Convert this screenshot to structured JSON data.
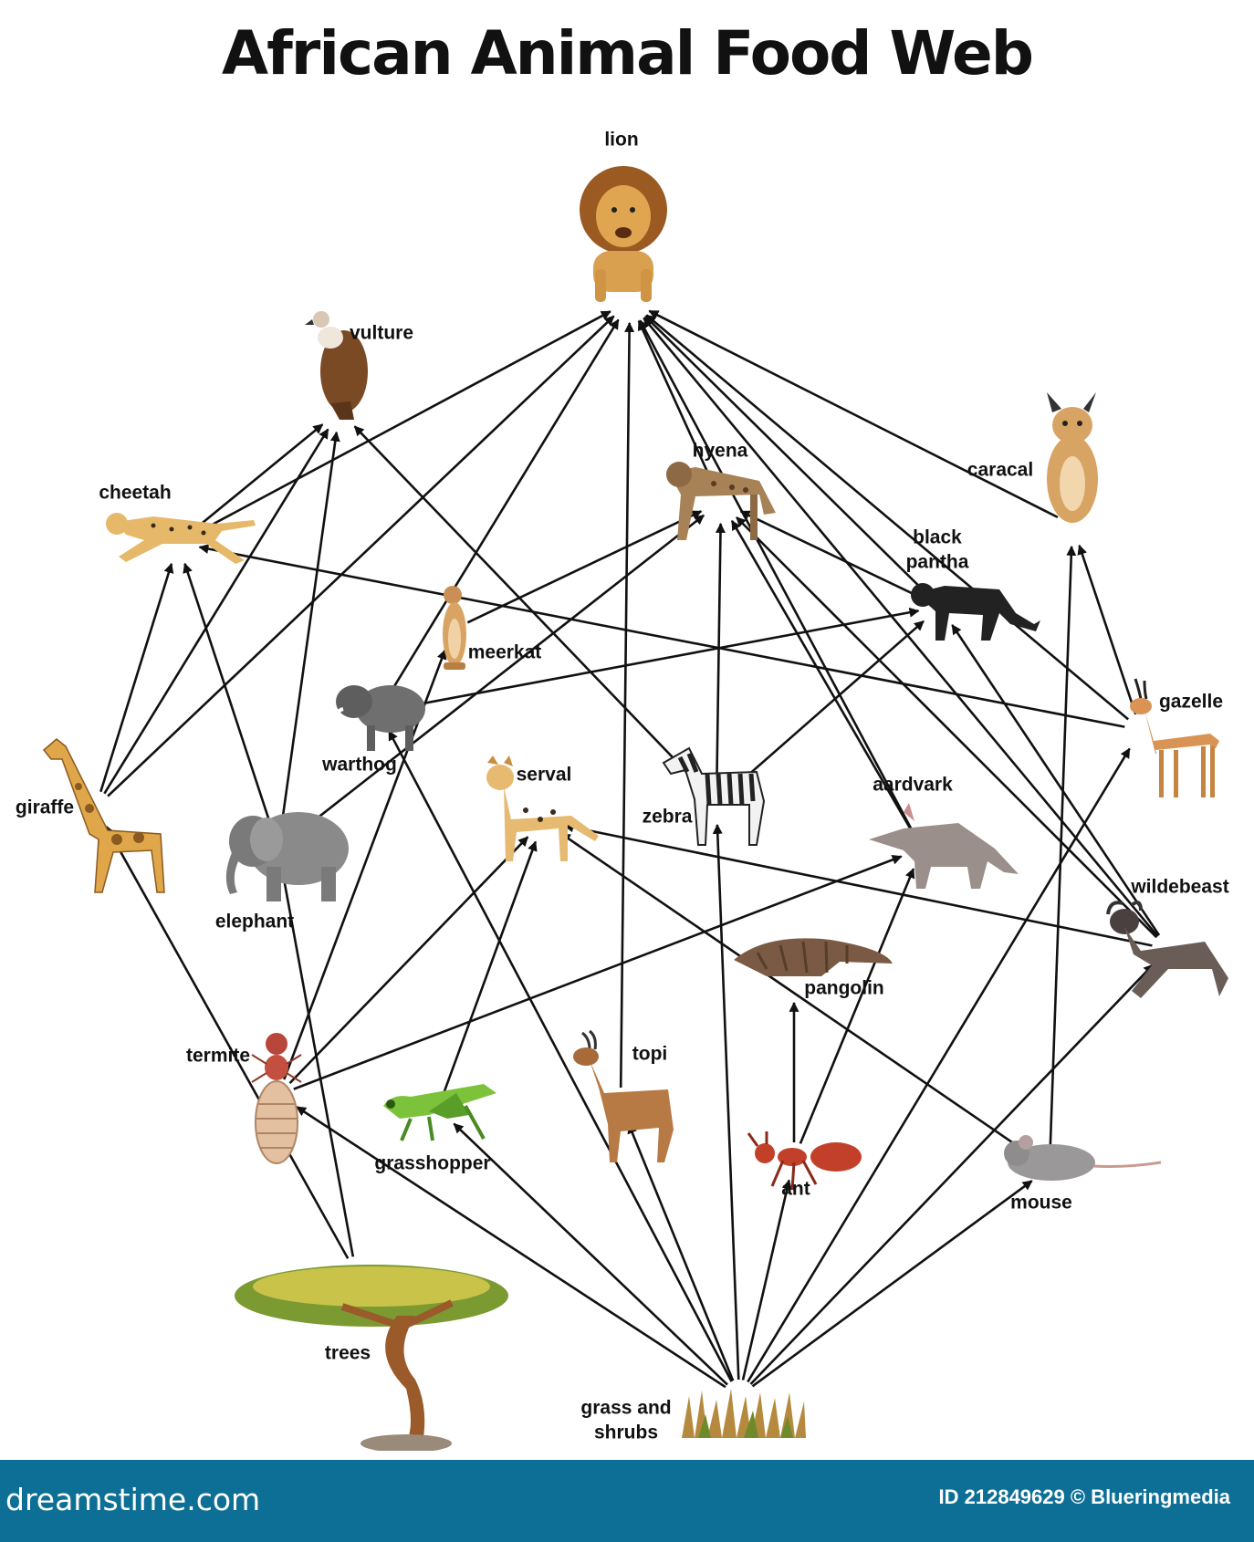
{
  "title": "African Animal Food Web",
  "footer": {
    "watermark": "dreamstime.com",
    "image_id": "ID 212849629 © Blueringmedia"
  },
  "nodes": {
    "lion": "lion",
    "vulture": "vulture",
    "hyena": "hyena",
    "caracal": "caracal",
    "cheetah": "cheetah",
    "black_panther": [
      "black",
      "pantha"
    ],
    "meerkat": "meerkat",
    "warthog": "warthog",
    "gazelle": "gazelle",
    "serval": "serval",
    "zebra": "zebra",
    "aardvark": "aardvark",
    "giraffe": "giraffe",
    "elephant": "elephant",
    "wildebeast": "wildebeast",
    "pangolin": "pangolin",
    "termite": "termite",
    "topi": "topi",
    "grasshopper": "grasshopper",
    "ant": "ant",
    "mouse": "mouse",
    "trees": "trees",
    "grass_and_shrubs": [
      "grass and",
      "shrubs"
    ]
  },
  "icons": {
    "lion": "lion-icon",
    "vulture": "vulture-icon",
    "hyena": "hyena-icon",
    "caracal": "caracal-icon",
    "cheetah": "cheetah-icon",
    "black_panther": "black-panther-icon",
    "meerkat": "meerkat-icon",
    "warthog": "warthog-icon",
    "gazelle": "gazelle-icon",
    "serval": "serval-icon",
    "zebra": "zebra-icon",
    "aardvark": "aardvark-icon",
    "giraffe": "giraffe-icon",
    "elephant": "elephant-icon",
    "wildebeast": "wildebeest-icon",
    "pangolin": "pangolin-icon",
    "termite": "termite-icon",
    "topi": "topi-icon",
    "grasshopper": "grasshopper-icon",
    "ant": "ant-icon",
    "mouse": "mouse-icon",
    "trees": "acacia-tree-icon",
    "grass_and_shrubs": "grass-icon"
  },
  "edges": [
    [
      "grass_and_shrubs",
      "grasshopper"
    ],
    [
      "grass_and_shrubs",
      "termite"
    ],
    [
      "grass_and_shrubs",
      "warthog"
    ],
    [
      "grass_and_shrubs",
      "topi"
    ],
    [
      "grass_and_shrubs",
      "zebra"
    ],
    [
      "grass_and_shrubs",
      "ant"
    ],
    [
      "grass_and_shrubs",
      "mouse"
    ],
    [
      "grass_and_shrubs",
      "wildebeast"
    ],
    [
      "grass_and_shrubs",
      "gazelle"
    ],
    [
      "trees",
      "giraffe"
    ],
    [
      "trees",
      "elephant"
    ],
    [
      "termite",
      "serval"
    ],
    [
      "termite",
      "aardvark"
    ],
    [
      "termite",
      "meerkat"
    ],
    [
      "grasshopper",
      "serval"
    ],
    [
      "ant",
      "pangolin"
    ],
    [
      "ant",
      "aardvark"
    ],
    [
      "mouse",
      "serval"
    ],
    [
      "mouse",
      "caracal"
    ],
    [
      "topi",
      "lion"
    ],
    [
      "wildebeast",
      "serval"
    ],
    [
      "wildebeast",
      "black_panther"
    ],
    [
      "wildebeast",
      "lion"
    ],
    [
      "wildebeast",
      "hyena"
    ],
    [
      "gazelle",
      "caracal"
    ],
    [
      "gazelle",
      "cheetah"
    ],
    [
      "gazelle",
      "lion"
    ],
    [
      "giraffe",
      "cheetah"
    ],
    [
      "giraffe",
      "vulture"
    ],
    [
      "giraffe",
      "lion"
    ],
    [
      "elephant",
      "cheetah"
    ],
    [
      "elephant",
      "vulture"
    ],
    [
      "elephant",
      "hyena"
    ],
    [
      "warthog",
      "lion"
    ],
    [
      "warthog",
      "black_panther"
    ],
    [
      "meerkat",
      "hyena"
    ],
    [
      "zebra",
      "hyena"
    ],
    [
      "zebra",
      "vulture"
    ],
    [
      "zebra",
      "black_panther"
    ],
    [
      "aardvark",
      "hyena"
    ],
    [
      "aardvark",
      "lion"
    ],
    [
      "cheetah",
      "vulture"
    ],
    [
      "cheetah",
      "lion"
    ],
    [
      "hyena",
      "lion"
    ],
    [
      "black_panther",
      "hyena"
    ],
    [
      "black_panther",
      "lion"
    ],
    [
      "caracal",
      "lion"
    ]
  ],
  "colors": {
    "footer": "#0d6f96",
    "arrow": "#111111"
  }
}
